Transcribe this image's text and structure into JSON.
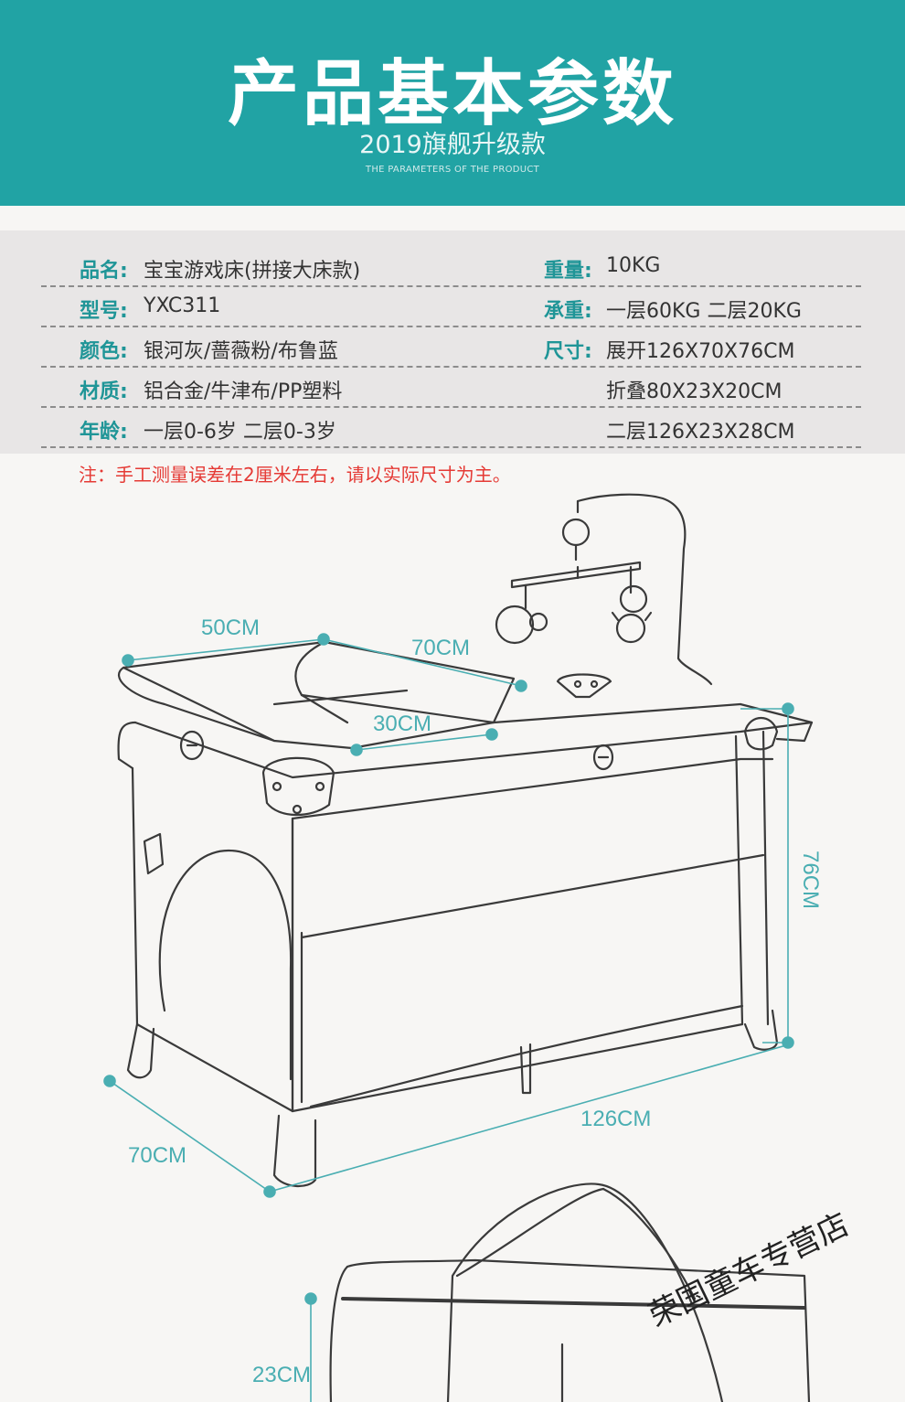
{
  "header": {
    "title": "产品基本参数",
    "subtitle": "2019旗舰升级款",
    "tagline": "THE PARAMETERS OF THE PRODUCT"
  },
  "specs": [
    {
      "label1": "品名:",
      "value1": "宝宝游戏床(拼接大床款)",
      "label2": "重量:",
      "value2": "10KG"
    },
    {
      "label1": "型号:",
      "value1": "YXC311",
      "label2": "承重:",
      "value2": "一层60KG 二层20KG"
    },
    {
      "label1": "颜色:",
      "value1": "银河灰/蔷薇粉/布鲁蓝",
      "label2": "尺寸:",
      "value2": "展开126X70X76CM"
    },
    {
      "label1": "材质:",
      "value1": "铝合金/牛津布/PP塑料",
      "label2": "",
      "value2": "折叠80X23X20CM"
    },
    {
      "label1": "年龄:",
      "value1": "一层0-6岁 二层0-3岁",
      "label2": "",
      "value2": "二层126X23X28CM"
    }
  ],
  "note": "注：手工测量误差在2厘米左右，请以实际尺寸为主。",
  "dimensions": {
    "top_width": "50CM",
    "top_length": "70CM",
    "top_inner": "30CM",
    "height": "76CM",
    "length": "126CM",
    "width": "70CM",
    "bag_height": "23CM"
  },
  "watermark": "荣国童车专营店",
  "colors": {
    "teal": "#21a3a4",
    "label": "#1f9597",
    "note": "#e53a35",
    "dim": "#4aaeb2"
  }
}
